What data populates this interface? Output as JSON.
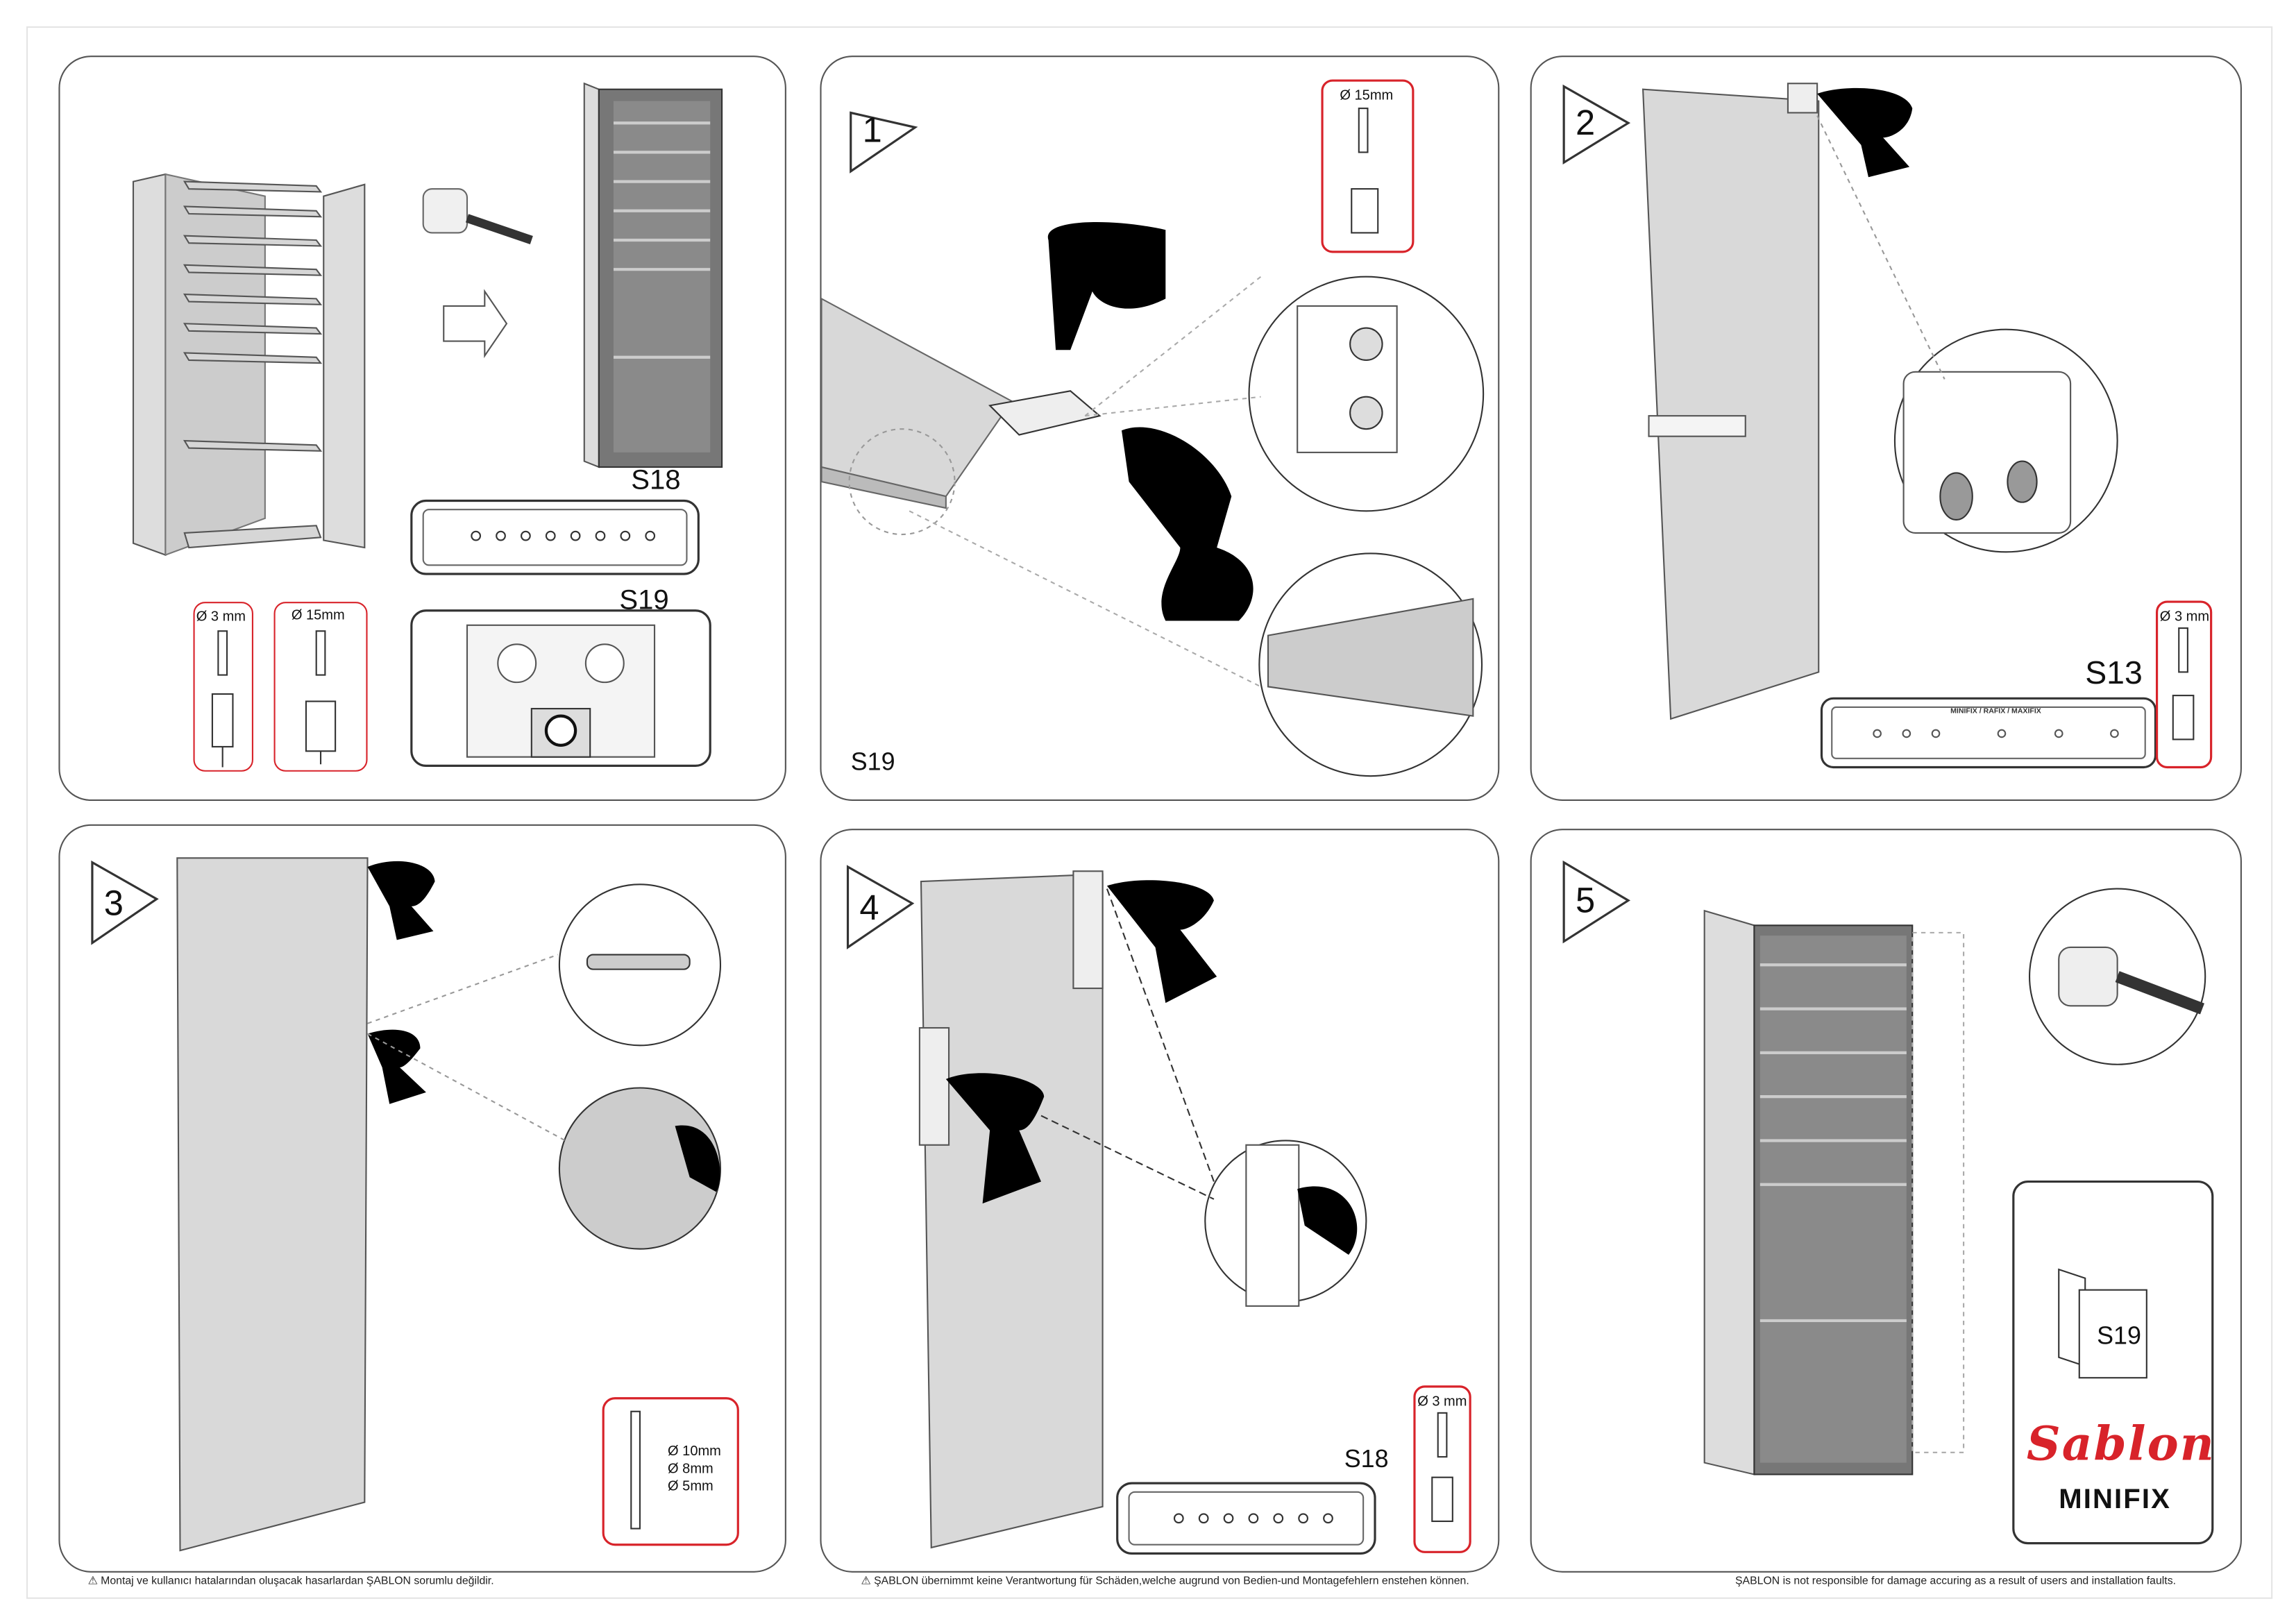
{
  "panels": {
    "p0": {
      "labels": {
        "s18": "S18",
        "s19": "S19"
      },
      "bits": {
        "a": "Ø 3 mm",
        "b": "Ø 15mm"
      }
    },
    "p1": {
      "step": "1",
      "bit": "Ø 15mm",
      "label": "S19"
    },
    "p2": {
      "step": "2",
      "label": "S13",
      "bit": "Ø 3 mm",
      "template_text": "MINIFIX / RAFIX / MAXIFIX"
    },
    "p3": {
      "step": "3",
      "bits": [
        "Ø 10mm",
        "Ø 8mm",
        "Ø 5mm"
      ]
    },
    "p4": {
      "step": "4",
      "label": "S18",
      "bit": "Ø 3 mm"
    },
    "p5": {
      "step": "5",
      "label": "S19",
      "brand": "Sablon",
      "brand_sub": "MINIFIX"
    }
  },
  "footer": {
    "tr": "Montaj ve kullanıcı hatalarından oluşacak hasarlardan ŞABLON sorumlu değildir.",
    "de": "ŞABLON übernimmt keine Verantwortung für Schäden,welche augrund von Bedien-und Montagefehlern enstehen können.",
    "en": "ŞABLON is not responsible for damage accuring as a result of users and installation faults."
  }
}
